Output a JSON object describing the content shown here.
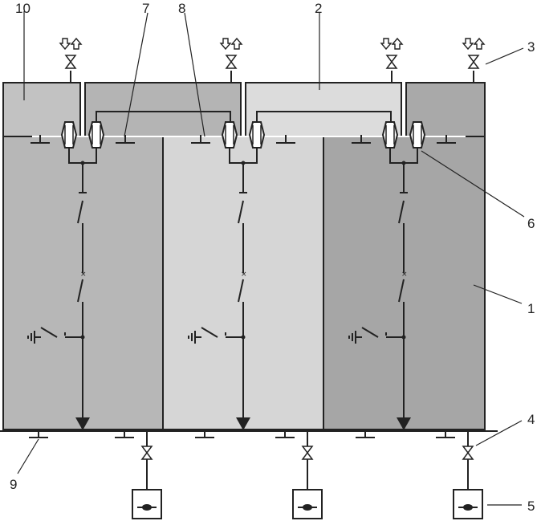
{
  "diagram": {
    "callouts": [
      {
        "id": "c10",
        "text": "10"
      },
      {
        "id": "c7",
        "text": "7"
      },
      {
        "id": "c8",
        "text": "8"
      },
      {
        "id": "c2",
        "text": "2"
      },
      {
        "id": "c3",
        "text": "3"
      },
      {
        "id": "c6",
        "text": "6"
      },
      {
        "id": "c1",
        "text": "1"
      },
      {
        "id": "c4",
        "text": "4"
      },
      {
        "id": "c9",
        "text": "9"
      },
      {
        "id": "c5",
        "text": "5"
      }
    ],
    "colors": {
      "panel_left": "#b7b7b7",
      "panel_mid": "#d6d6d6",
      "panel_right": "#a6a6a6",
      "top_box_left": "#c2c2c2",
      "top_box_mid": "#b4b4b4",
      "top_box_2": "#dcdcdc",
      "top_box_right": "#a9a9a9",
      "line": "#222222"
    }
  }
}
